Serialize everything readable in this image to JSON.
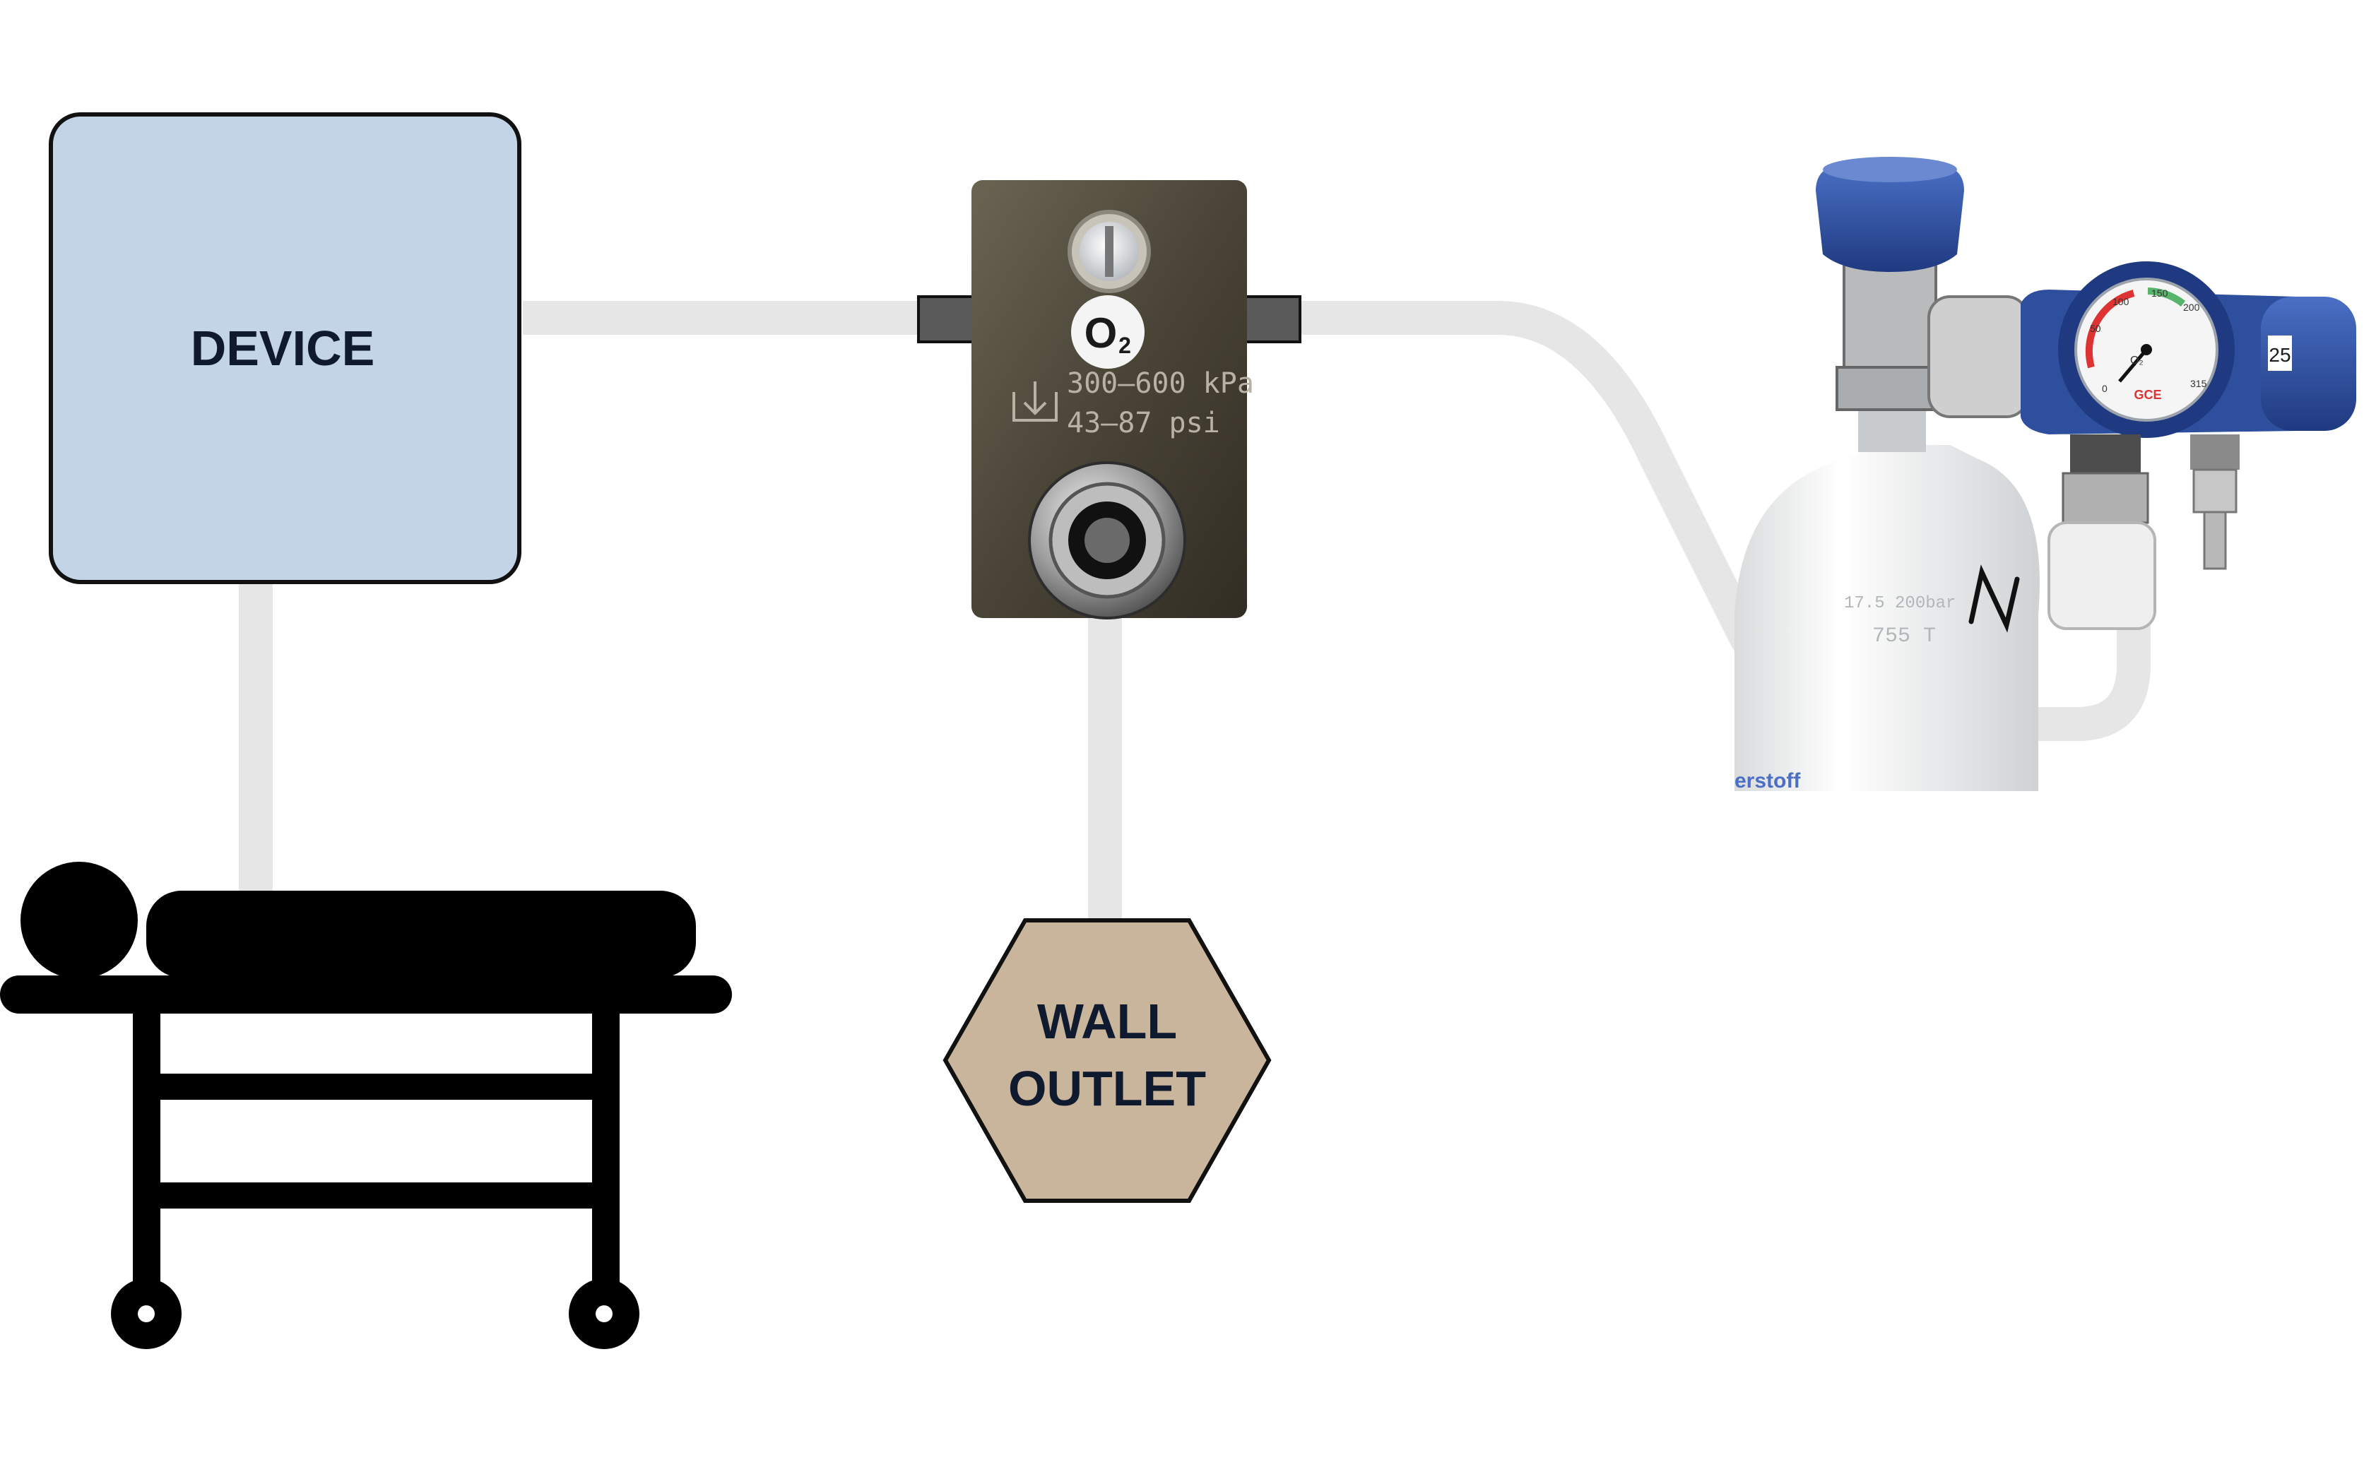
{
  "device": {
    "label": "DEVICE",
    "fill": "#c3d4e6",
    "stroke": "#111111"
  },
  "wall_outlet": {
    "line1": "WALL",
    "line2": "OUTLET",
    "fill": "#c9b49c"
  },
  "valve_block": {
    "gas_symbol": "O",
    "gas_subscript": "2",
    "pressure_kpa": "300–600 kPa",
    "pressure_psi": "43–87 psi",
    "body_color": "#4a4437"
  },
  "cylinder": {
    "regulator_brand": "GCE",
    "regulator_gas": "O₂",
    "handwritten_mark": "N",
    "gauge_scale": [
      "0",
      "50",
      "100",
      "150",
      "200",
      "315"
    ],
    "setting_label": "25",
    "body_text": [
      "erstoff",
      "755 T",
      "17.5 200bar"
    ],
    "regulator_color": "#2d4f9e"
  },
  "patient": {
    "icon": "patient-on-stretcher-icon"
  },
  "hose_color": "#e6e6e6"
}
